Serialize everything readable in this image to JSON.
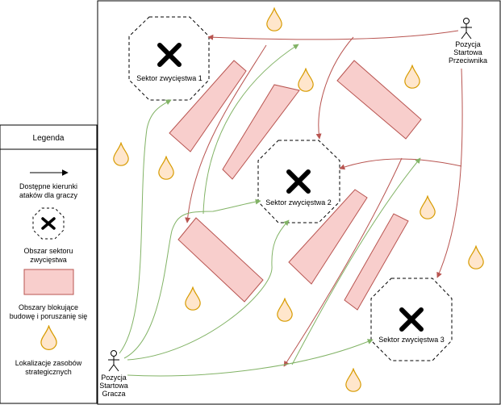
{
  "legend": {
    "title": "Legenda",
    "items": [
      {
        "icon": "arrow-icon",
        "label_lines": [
          "Dostępne kierunki",
          "ataków dla graczy"
        ]
      },
      {
        "icon": "victory-sector-icon",
        "label_lines": [
          "Obszar sektoru",
          "zwycięstwa"
        ]
      },
      {
        "icon": "blocking-area-icon",
        "label_lines": [
          "Obszary blokujące",
          "budowę i poruszanię się"
        ]
      },
      {
        "icon": "resource-drop-icon",
        "label_lines": [
          "Lokalizacje zasobów",
          "strategicznych"
        ]
      }
    ]
  },
  "map": {
    "sectors": [
      {
        "label": "Sektor zwycięstwa 1"
      },
      {
        "label": "Sektor zwycięstwa 2"
      },
      {
        "label": "Sektor zwycięstwa 3"
      }
    ],
    "players": {
      "player": {
        "label_lines": [
          "Pozycja",
          "Startowa",
          "Gracza"
        ]
      },
      "opponent": {
        "label_lines": [
          "Pozycja",
          "Startowa",
          "Przeciwnika"
        ]
      }
    }
  },
  "colors": {
    "player_arrow": "#82b366",
    "opponent_arrow": "#b85450",
    "block_fill": "#f8cecc",
    "block_stroke": "#b85450",
    "drop_fill": "#ffe6cc",
    "drop_stroke": "#d79b00"
  }
}
